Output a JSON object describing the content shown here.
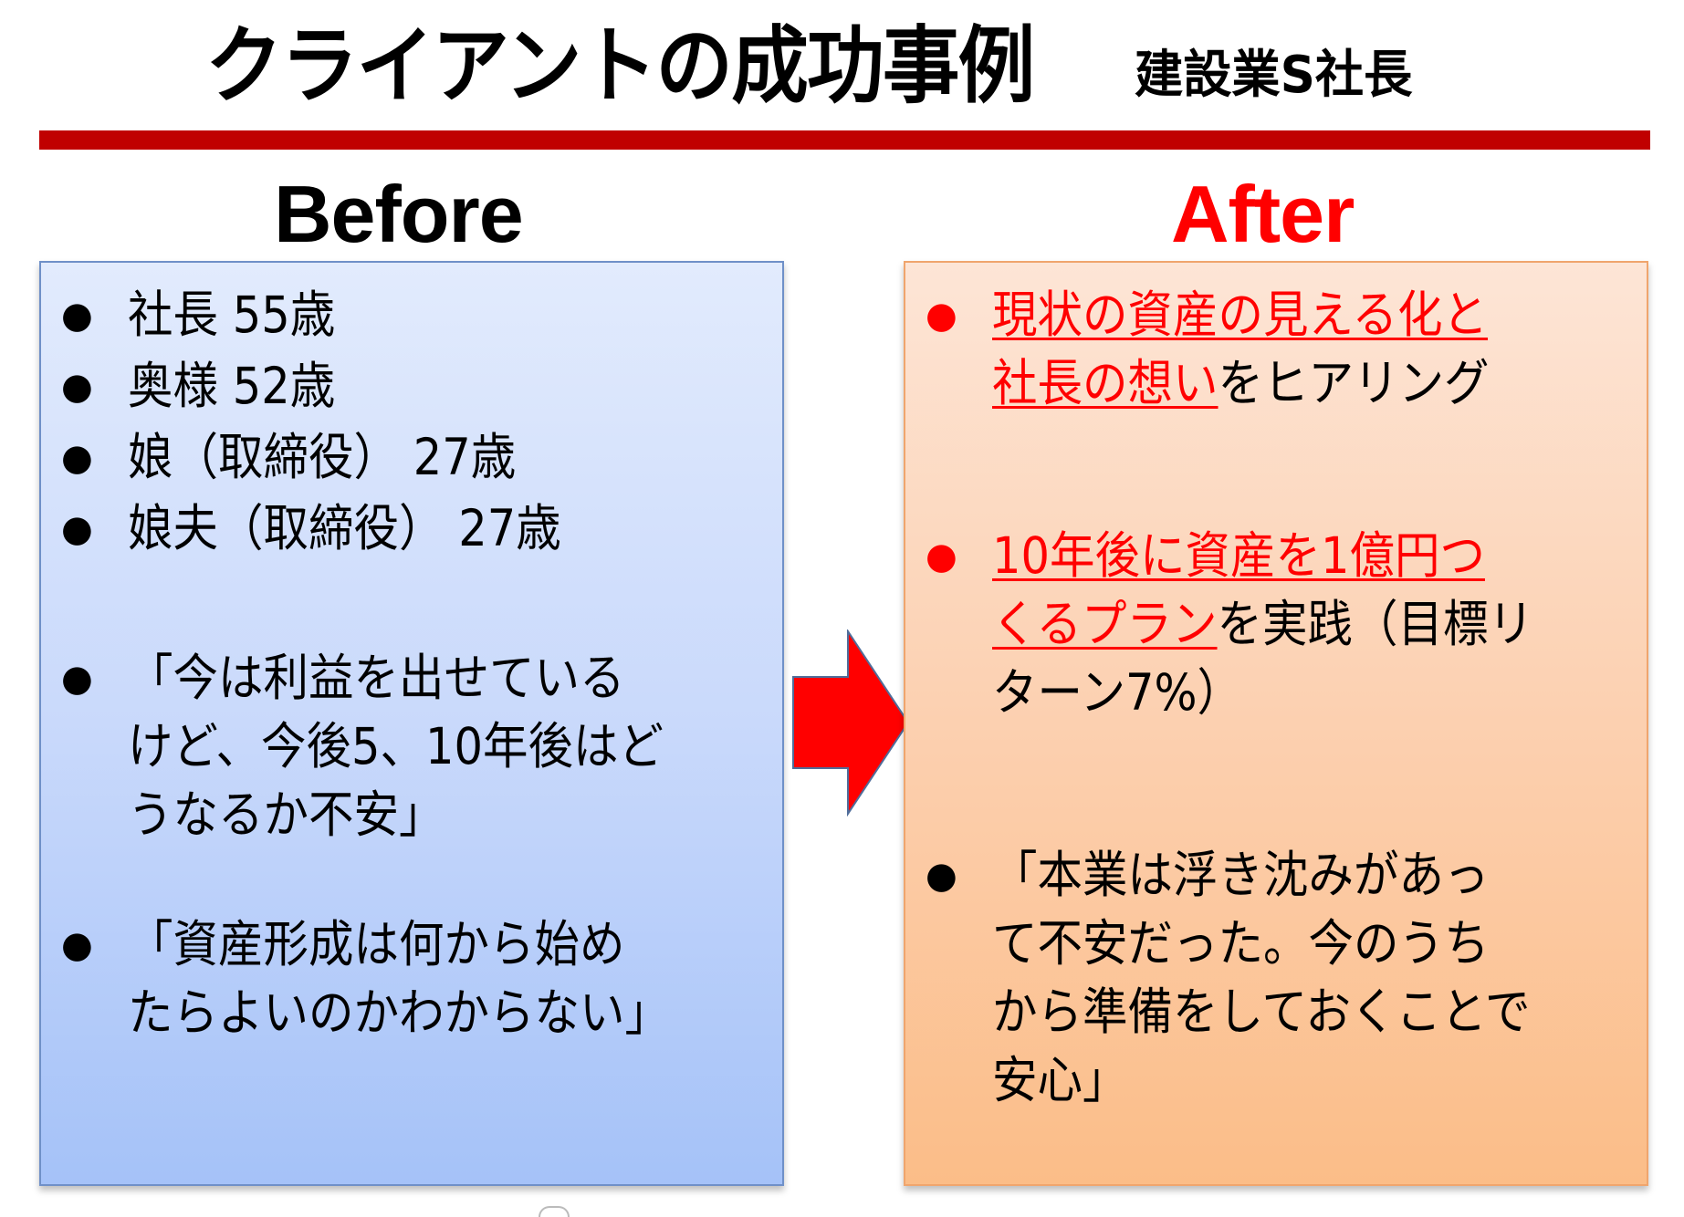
{
  "header": {
    "title": "クライアントの成功事例",
    "subtitle": "建設業S社長",
    "divider_color": "#c00000"
  },
  "before": {
    "heading": "Before",
    "heading_color": "#000000",
    "items": [
      {
        "lines": [
          "社長 55歳"
        ]
      },
      {
        "lines": [
          "奥様 52歳"
        ]
      },
      {
        "lines": [
          "娘（取締役） 27歳"
        ]
      },
      {
        "lines": [
          "娘夫（取締役） 27歳"
        ]
      },
      {
        "lines": [
          "「今は利益を出せている",
          "けど、今後5、10年後はど",
          "うなるか不安」"
        ]
      },
      {
        "lines": [
          "「資産形成は何から始め",
          "たらよいのかわからない」"
        ]
      }
    ]
  },
  "arrow": {
    "icon": "right-arrow-icon",
    "color": "#ff0000"
  },
  "after": {
    "heading": "After",
    "heading_color": "#ff0000",
    "items": [
      {
        "highlight": [
          "現状の資産の見える化と",
          "社長の想い"
        ],
        "rest": "をヒアリング",
        "bullet_color": "#ff0000"
      },
      {
        "highlight": [
          "10年後に資産を1億円つ",
          "くるプラン"
        ],
        "rest": "を実践（目標リ",
        "rest2": "ターン7%）",
        "bullet_color": "#ff0000"
      },
      {
        "lines": [
          "「本業は浮き沈みがあっ",
          "て不安だった。今のうち",
          "から準備をしておくことで",
          "安心」"
        ],
        "bullet_color": "#000000"
      }
    ]
  }
}
